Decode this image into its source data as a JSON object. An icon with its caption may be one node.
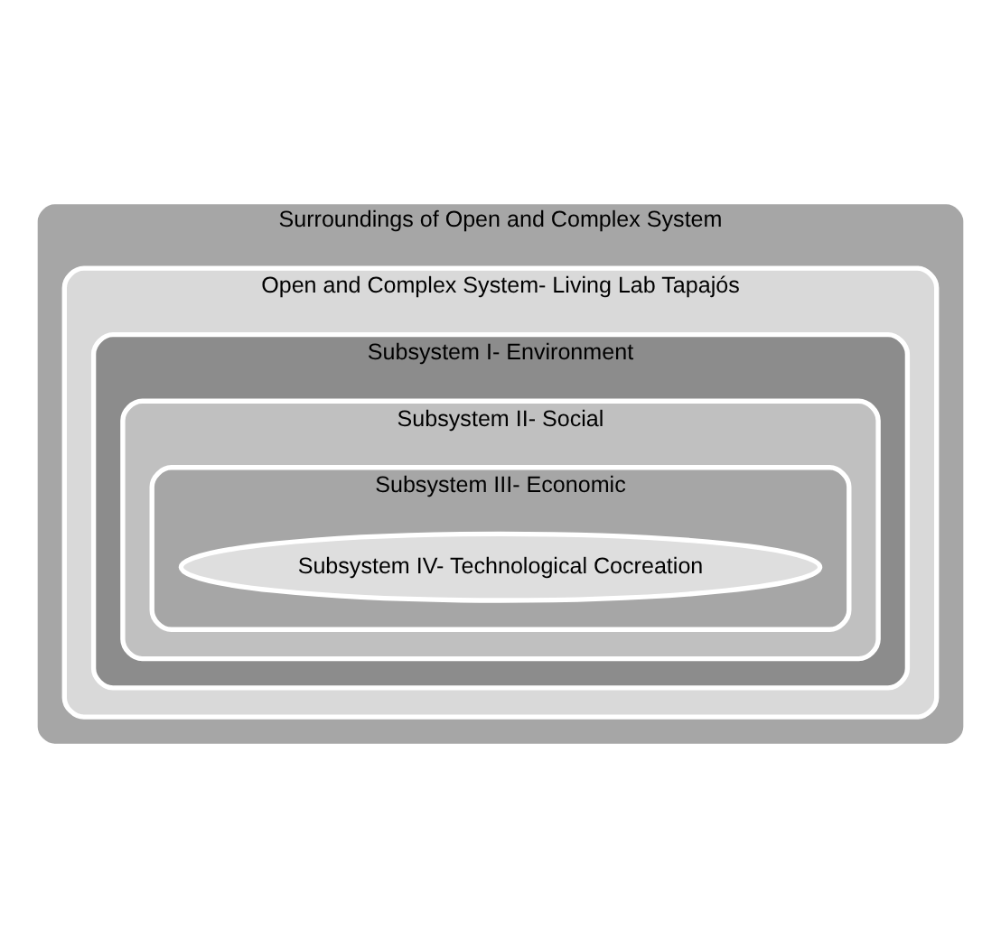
{
  "diagram": {
    "nodes": [
      {
        "text": [
          "Surroundings of Open and Complex System"
        ]
      },
      {
        "text": [
          "Open and Complex System- Living Lab Tapajós"
        ],
        "in": 0
      },
      {
        "text": [
          "Subsystem I- Environment"
        ],
        "in": 1
      },
      {
        "text": [
          "Subsystem II- Social"
        ],
        "in": 2
      },
      {
        "text": [
          "Subsystem III- Economic"
        ],
        "in": 3
      },
      {
        "text": [
          "Subsystem IV- Technological Cocreation"
        ],
        "in": 4
      }
    ]
  }
}
